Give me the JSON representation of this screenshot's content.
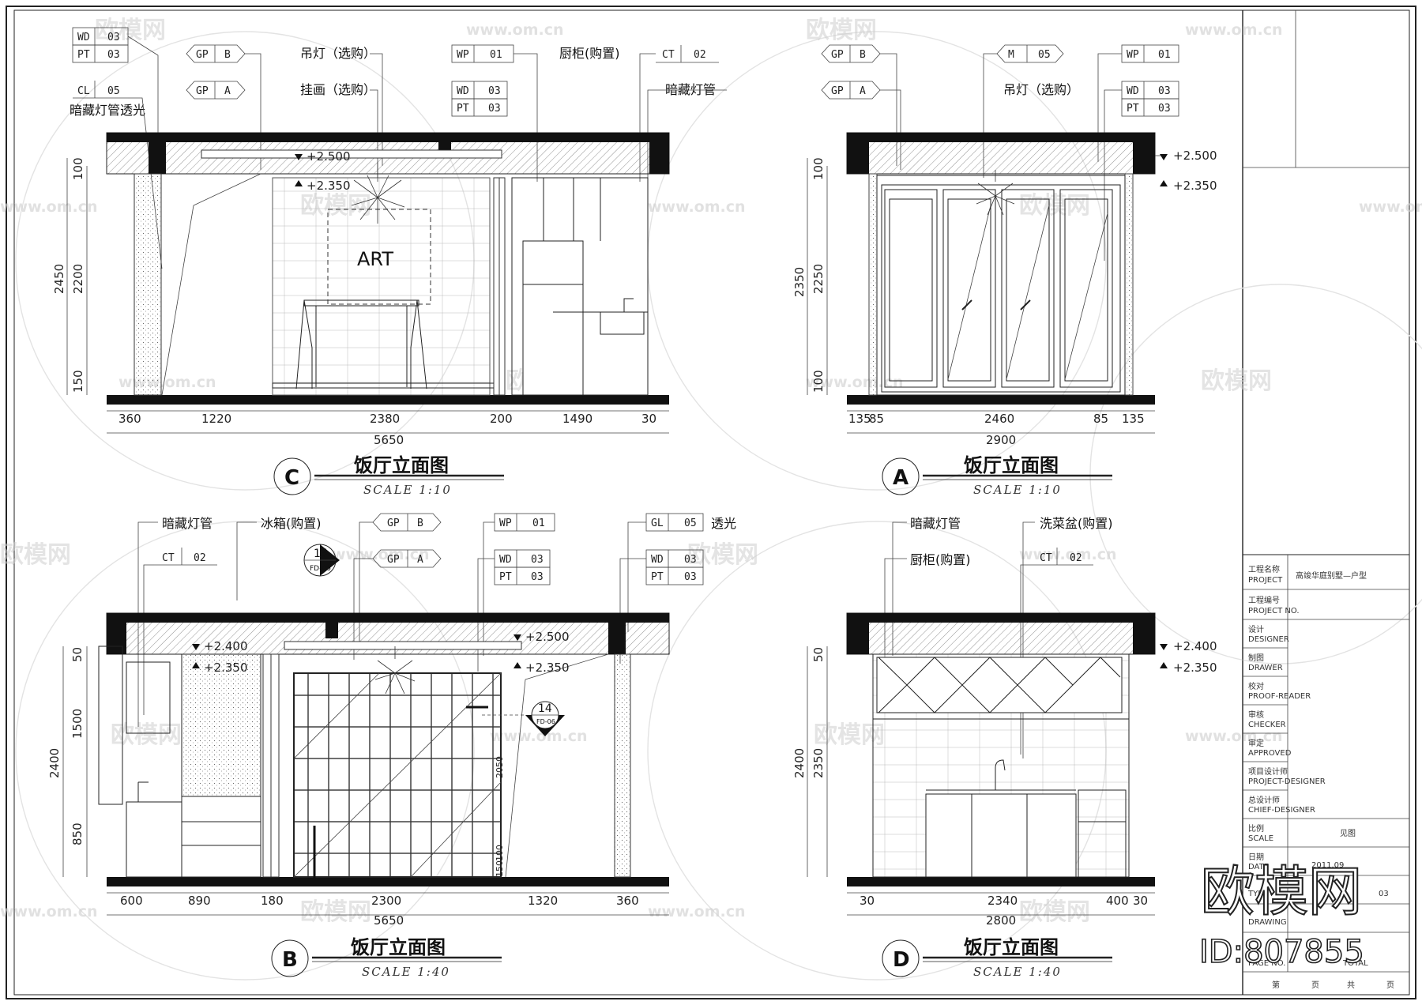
{
  "watermarks": {
    "brand": "欧模网",
    "site": "www.om.cn"
  },
  "brand_overlay": {
    "name": "欧模网",
    "id": "ID:807855"
  },
  "levels": {
    "l2500": "+2.500",
    "l2350": "+2.350",
    "l2400": "+2.400"
  },
  "common": {
    "scale_10": "SCALE 1:10",
    "scale_40": "SCALE 1:40",
    "dining_title": "饭厅立面图"
  },
  "panel_c": {
    "mark": "C",
    "labels": {
      "pendant": "吊灯（选购）",
      "painting": "挂画（选购）",
      "cabinet": "厨柜(购置)",
      "hidden_light": "暗藏灯管",
      "hidden_trans": "暗藏灯管透光",
      "art": "ART"
    },
    "tags": [
      [
        "WD",
        "03"
      ],
      [
        "PT",
        "03"
      ],
      [
        "GP",
        "B"
      ],
      [
        "GP",
        "A"
      ],
      [
        "CL",
        "05"
      ],
      [
        "WP",
        "01"
      ],
      [
        "WD",
        "03"
      ],
      [
        "PT",
        "03"
      ],
      [
        "CT",
        "02"
      ]
    ],
    "hdims": [
      "360",
      "1220",
      "2380",
      "200",
      "1490",
      "30"
    ],
    "total": "5650",
    "vdims": [
      "100",
      "2200",
      "150"
    ],
    "vtotal": "2450"
  },
  "panel_a": {
    "mark": "A",
    "labels": {
      "pendant": "吊灯（选购）"
    },
    "tags": [
      [
        "GP",
        "B"
      ],
      [
        "GP",
        "A"
      ],
      [
        "M",
        "05"
      ],
      [
        "WP",
        "01"
      ],
      [
        "WD",
        "03"
      ],
      [
        "PT",
        "03"
      ]
    ],
    "hdims": [
      "135",
      "85",
      "2460",
      "85",
      "135"
    ],
    "total": "2900",
    "vdims": [
      "100",
      "2250",
      "100"
    ],
    "vtotal": "2350"
  },
  "panel_b": {
    "mark": "B",
    "labels": {
      "hidden_light": "暗藏灯管",
      "fridge": "冰箱(购置)",
      "trans": "透光"
    },
    "tags": [
      [
        "CT",
        "02"
      ],
      [
        "GP",
        "B"
      ],
      [
        "GP",
        "A"
      ],
      [
        "WP",
        "01"
      ],
      [
        "WD",
        "03"
      ],
      [
        "PT",
        "03"
      ],
      [
        "GL",
        "05"
      ],
      [
        "WD",
        "03"
      ],
      [
        "PT",
        "03"
      ]
    ],
    "hdims": [
      "600",
      "890",
      "180",
      "2300",
      "1320",
      "360"
    ],
    "total": "5650",
    "vdims": [
      "50",
      "1500",
      "850"
    ],
    "vtotal": "2400",
    "callout15": {
      "num": "15",
      "ref": "FD-06"
    },
    "callout14": {
      "num": "14",
      "ref": "FD-06"
    },
    "inner_dims": [
      "2050",
      "100",
      "150"
    ]
  },
  "panel_d": {
    "mark": "D",
    "labels": {
      "hidden_light": "暗藏灯管",
      "sink": "洗菜盆(购置)",
      "cabinet": "厨柜(购置)"
    },
    "tags": [
      [
        "CT",
        "02"
      ]
    ],
    "hdims": [
      "30",
      "2340",
      "400",
      "30"
    ],
    "total": "2800",
    "vdims": [
      "50",
      "2350"
    ],
    "vtotal": "2400"
  },
  "title_block": {
    "project_cn": "工程名称",
    "project_en": "PROJECT",
    "project_val": "高竣华庭别墅—户型",
    "projno_cn": "工程编号",
    "projno_en": "PROJECT NO.",
    "designer_cn": "设计",
    "designer_en": "DESIGNER",
    "drawer_cn": "制图",
    "drawer_en": "DRAWER",
    "proof_cn": "校对",
    "proof_en": "PROOF-READER",
    "checker_cn": "审核",
    "checker_en": "CHECKER",
    "approved_cn": "审定",
    "approved_en": "APPROVED",
    "pd_cn": "项目设计师",
    "pd_en": "PROJECT-DESIGNER",
    "cd_cn": "总设计师",
    "cd_en": "CHIEF-DESIGNER",
    "scale_cn": "比例",
    "scale_en": "SCALE",
    "scale_val": "见图",
    "date_cn": "日期",
    "date_en": "DATE",
    "date_val": "2011.09",
    "type_en": "TYPE",
    "type_val": "03",
    "drawing_en": "DRAWING",
    "page_en": "PAGE NO.",
    "total_en": "TOTAL",
    "page_row": [
      "第",
      "页",
      "共",
      "页"
    ]
  }
}
